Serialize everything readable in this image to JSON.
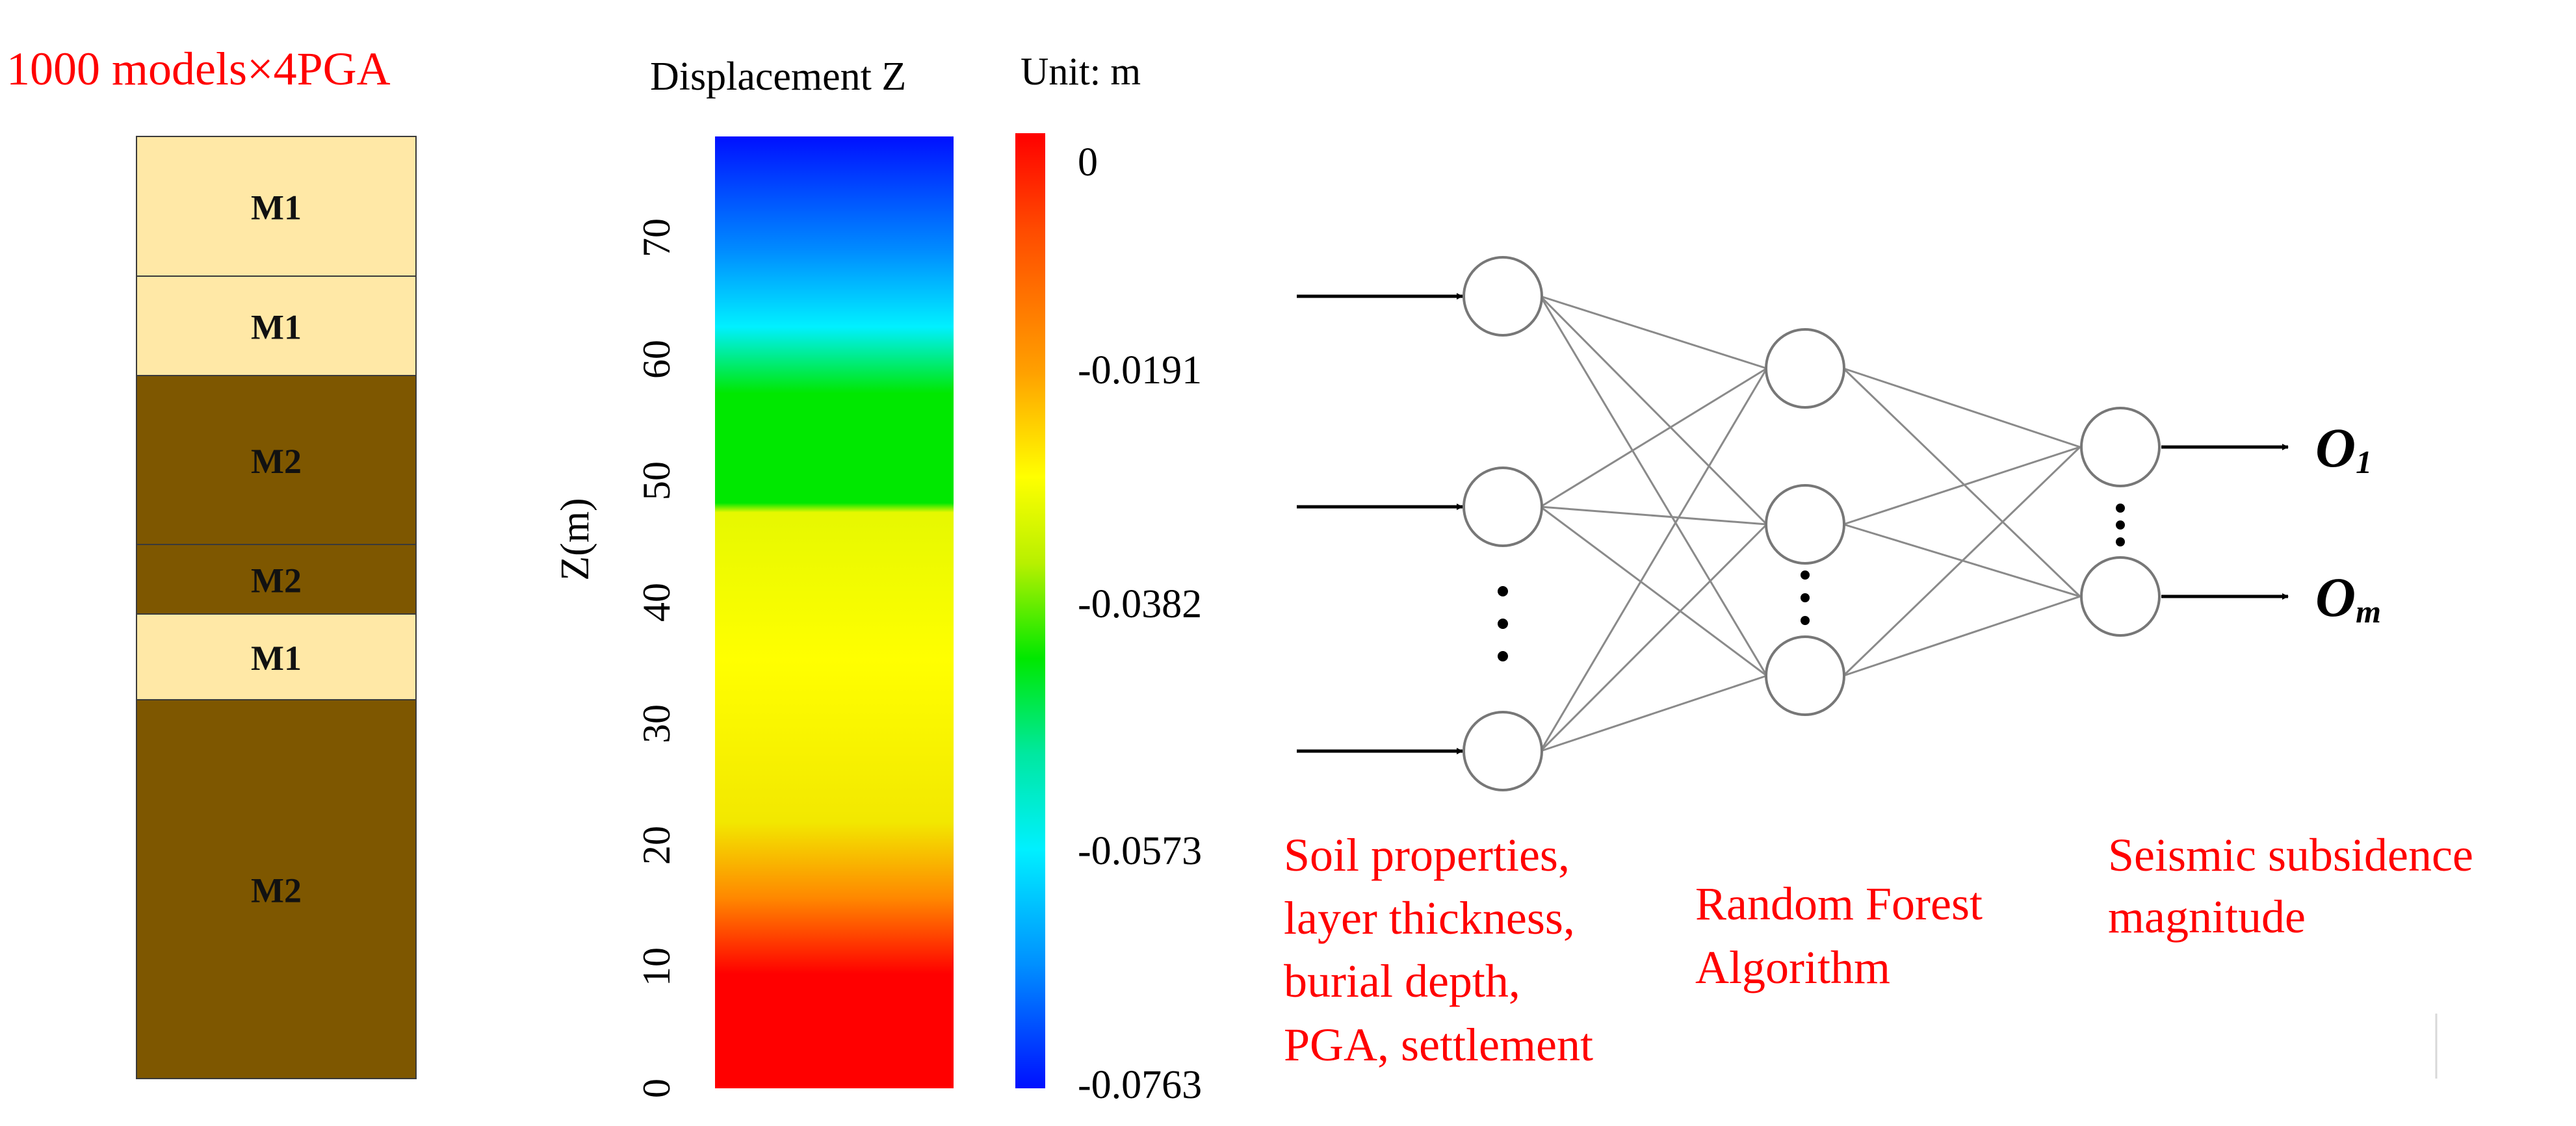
{
  "header": {
    "title": "1000 models×4PGA"
  },
  "soil_column": {
    "layers": [
      {
        "label": "M1",
        "material": "M1"
      },
      {
        "label": "M1",
        "material": "M1"
      },
      {
        "label": "M2",
        "material": "M2"
      },
      {
        "label": "M2",
        "material": "M2"
      },
      {
        "label": "M1",
        "material": "M1"
      },
      {
        "label": "M2",
        "material": "M2"
      }
    ],
    "colors": {
      "M1": "#ffe8a6",
      "M2": "#7e5700"
    }
  },
  "displacement_plot": {
    "title": "Displacement Z",
    "unit_label": "Unit: m",
    "axis_label": "Z(m)",
    "z_ticks": [
      "0",
      "10",
      "20",
      "30",
      "40",
      "50",
      "60",
      "70"
    ],
    "colorbar_ticks": [
      "0",
      "-0.0191",
      "-0.0382",
      "-0.0573",
      "-0.0763"
    ]
  },
  "network": {
    "output_labels": [
      {
        "base": "O",
        "sub": "1"
      },
      {
        "base": "O",
        "sub": "m"
      }
    ]
  },
  "captions": {
    "inputs": [
      "Soil properties,",
      "layer thickness,",
      "burial depth,",
      "PGA, settlement"
    ],
    "algorithm": [
      "Random Forest",
      "Algorithm"
    ],
    "output": [
      "Seismic subsidence",
      "magnitude"
    ]
  }
}
